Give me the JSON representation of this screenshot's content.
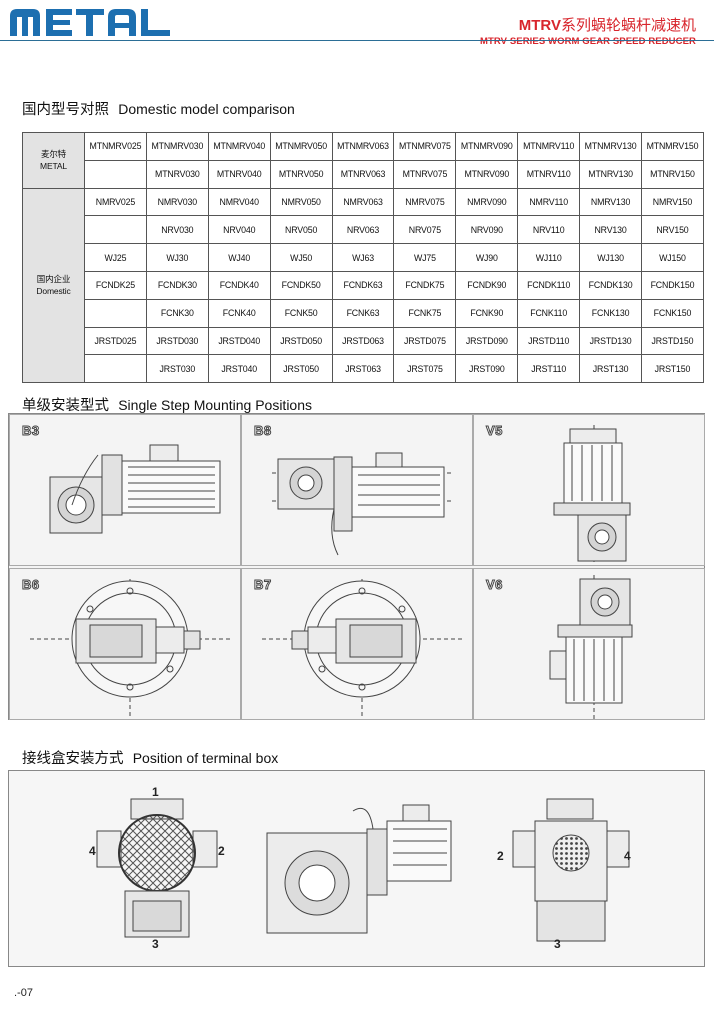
{
  "header": {
    "logo_text": "METAL",
    "title_en": "MTRV",
    "title_cn": "系列蜗轮蜗杆减速机",
    "subtitle": "MTRV SERIES WORM GEAR SPEED REDUCER"
  },
  "sections": {
    "comparison": {
      "cn": "国内型号对照",
      "en": "Domestic model comparison"
    },
    "mounting": {
      "cn": "单级安装型式",
      "en": "Single Step Mounting Positions"
    },
    "terminal": {
      "cn": "接线盒安装方式",
      "en": "Position of terminal box"
    }
  },
  "table": {
    "metal_label": {
      "cn": "麦尔特",
      "en": "METAL"
    },
    "domestic_label": {
      "cn": "国内企业",
      "en": "Domestic"
    },
    "rows": [
      [
        "MTNMRV025",
        "MTNMRV030",
        "MTNMRV040",
        "MTNMRV050",
        "MTNMRV063",
        "MTNMRV075",
        "MTNMRV090",
        "MTNMRV110",
        "MTNMRV130",
        "MTNMRV150"
      ],
      [
        "",
        "MTNRV030",
        "MTNRV040",
        "MTNRV050",
        "MTNRV063",
        "MTNRV075",
        "MTNRV090",
        "MTNRV110",
        "MTNRV130",
        "MTNRV150"
      ],
      [
        "NMRV025",
        "NMRV030",
        "NMRV040",
        "NMRV050",
        "NMRV063",
        "NMRV075",
        "NMRV090",
        "NMRV110",
        "NMRV130",
        "NMRV150"
      ],
      [
        "",
        "NRV030",
        "NRV040",
        "NRV050",
        "NRV063",
        "NRV075",
        "NRV090",
        "NRV110",
        "NRV130",
        "NRV150"
      ],
      [
        "WJ25",
        "WJ30",
        "WJ40",
        "WJ50",
        "WJ63",
        "WJ75",
        "WJ90",
        "WJ110",
        "WJ130",
        "WJ150"
      ],
      [
        "FCNDK25",
        "FCNDK30",
        "FCNDK40",
        "FCNDK50",
        "FCNDK63",
        "FCNDK75",
        "FCNDK90",
        "FCNDK110",
        "FCNDK130",
        "FCNDK150"
      ],
      [
        "",
        "FCNK30",
        "FCNK40",
        "FCNK50",
        "FCNK63",
        "FCNK75",
        "FCNK90",
        "FCNK110",
        "FCNK130",
        "FCNK150"
      ],
      [
        "JRSTD025",
        "JRSTD030",
        "JRSTD040",
        "JRSTD050",
        "JRSTD063",
        "JRSTD075",
        "JRSTD090",
        "JRSTD110",
        "JRSTD130",
        "JRSTD150"
      ],
      [
        "",
        "JRST030",
        "JRST040",
        "JRST050",
        "JRST063",
        "JRST075",
        "JRST090",
        "JRST110",
        "JRST130",
        "JRST150"
      ]
    ]
  },
  "mounting_positions": [
    "B3",
    "B8",
    "V5",
    "B6",
    "B7",
    "V6"
  ],
  "terminal_positions": [
    "1",
    "2",
    "3",
    "4"
  ],
  "page_number": ".-07",
  "colors": {
    "accent": "#d8252c",
    "logo": "#1d6fb0",
    "rule": "#2b6e96"
  }
}
